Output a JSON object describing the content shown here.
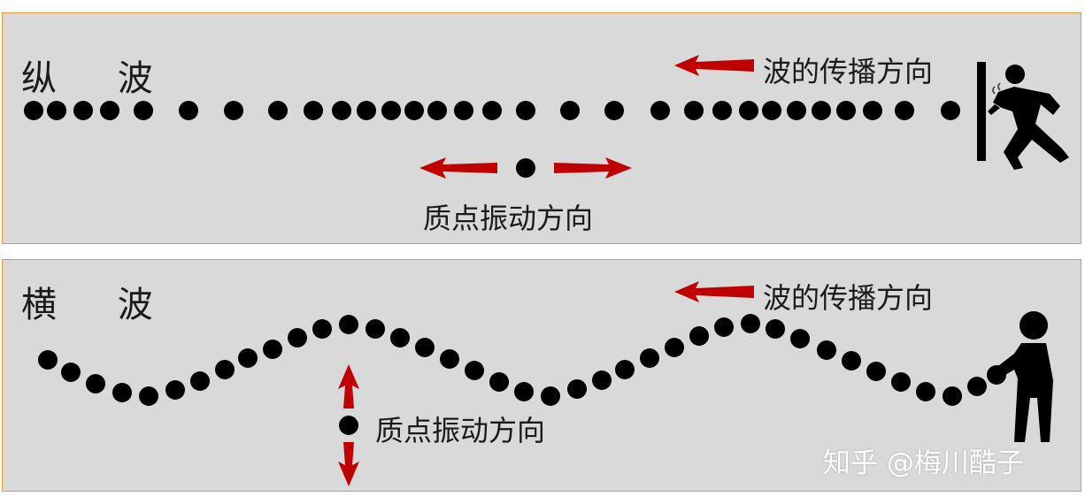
{
  "longitudinal": {
    "title": "纵 波",
    "propagation_label": "波的传播方向",
    "vibration_label": "质点振动方向"
  },
  "transverse": {
    "title": "横 波",
    "propagation_label": "波的传播方向",
    "vibration_label": "质点振动方向"
  },
  "watermark": "知乎 @梅川酷子",
  "colors": {
    "panel_bg": "#d9d9d9",
    "panel_border": "#e0a030",
    "arrow_red": "#c00000",
    "dot": "#000000"
  },
  "icons": [
    "arrow-left-icon",
    "arrow-right-icon",
    "arrow-up-icon",
    "arrow-down-icon",
    "person-pushing-icon",
    "person-standing-icon"
  ]
}
